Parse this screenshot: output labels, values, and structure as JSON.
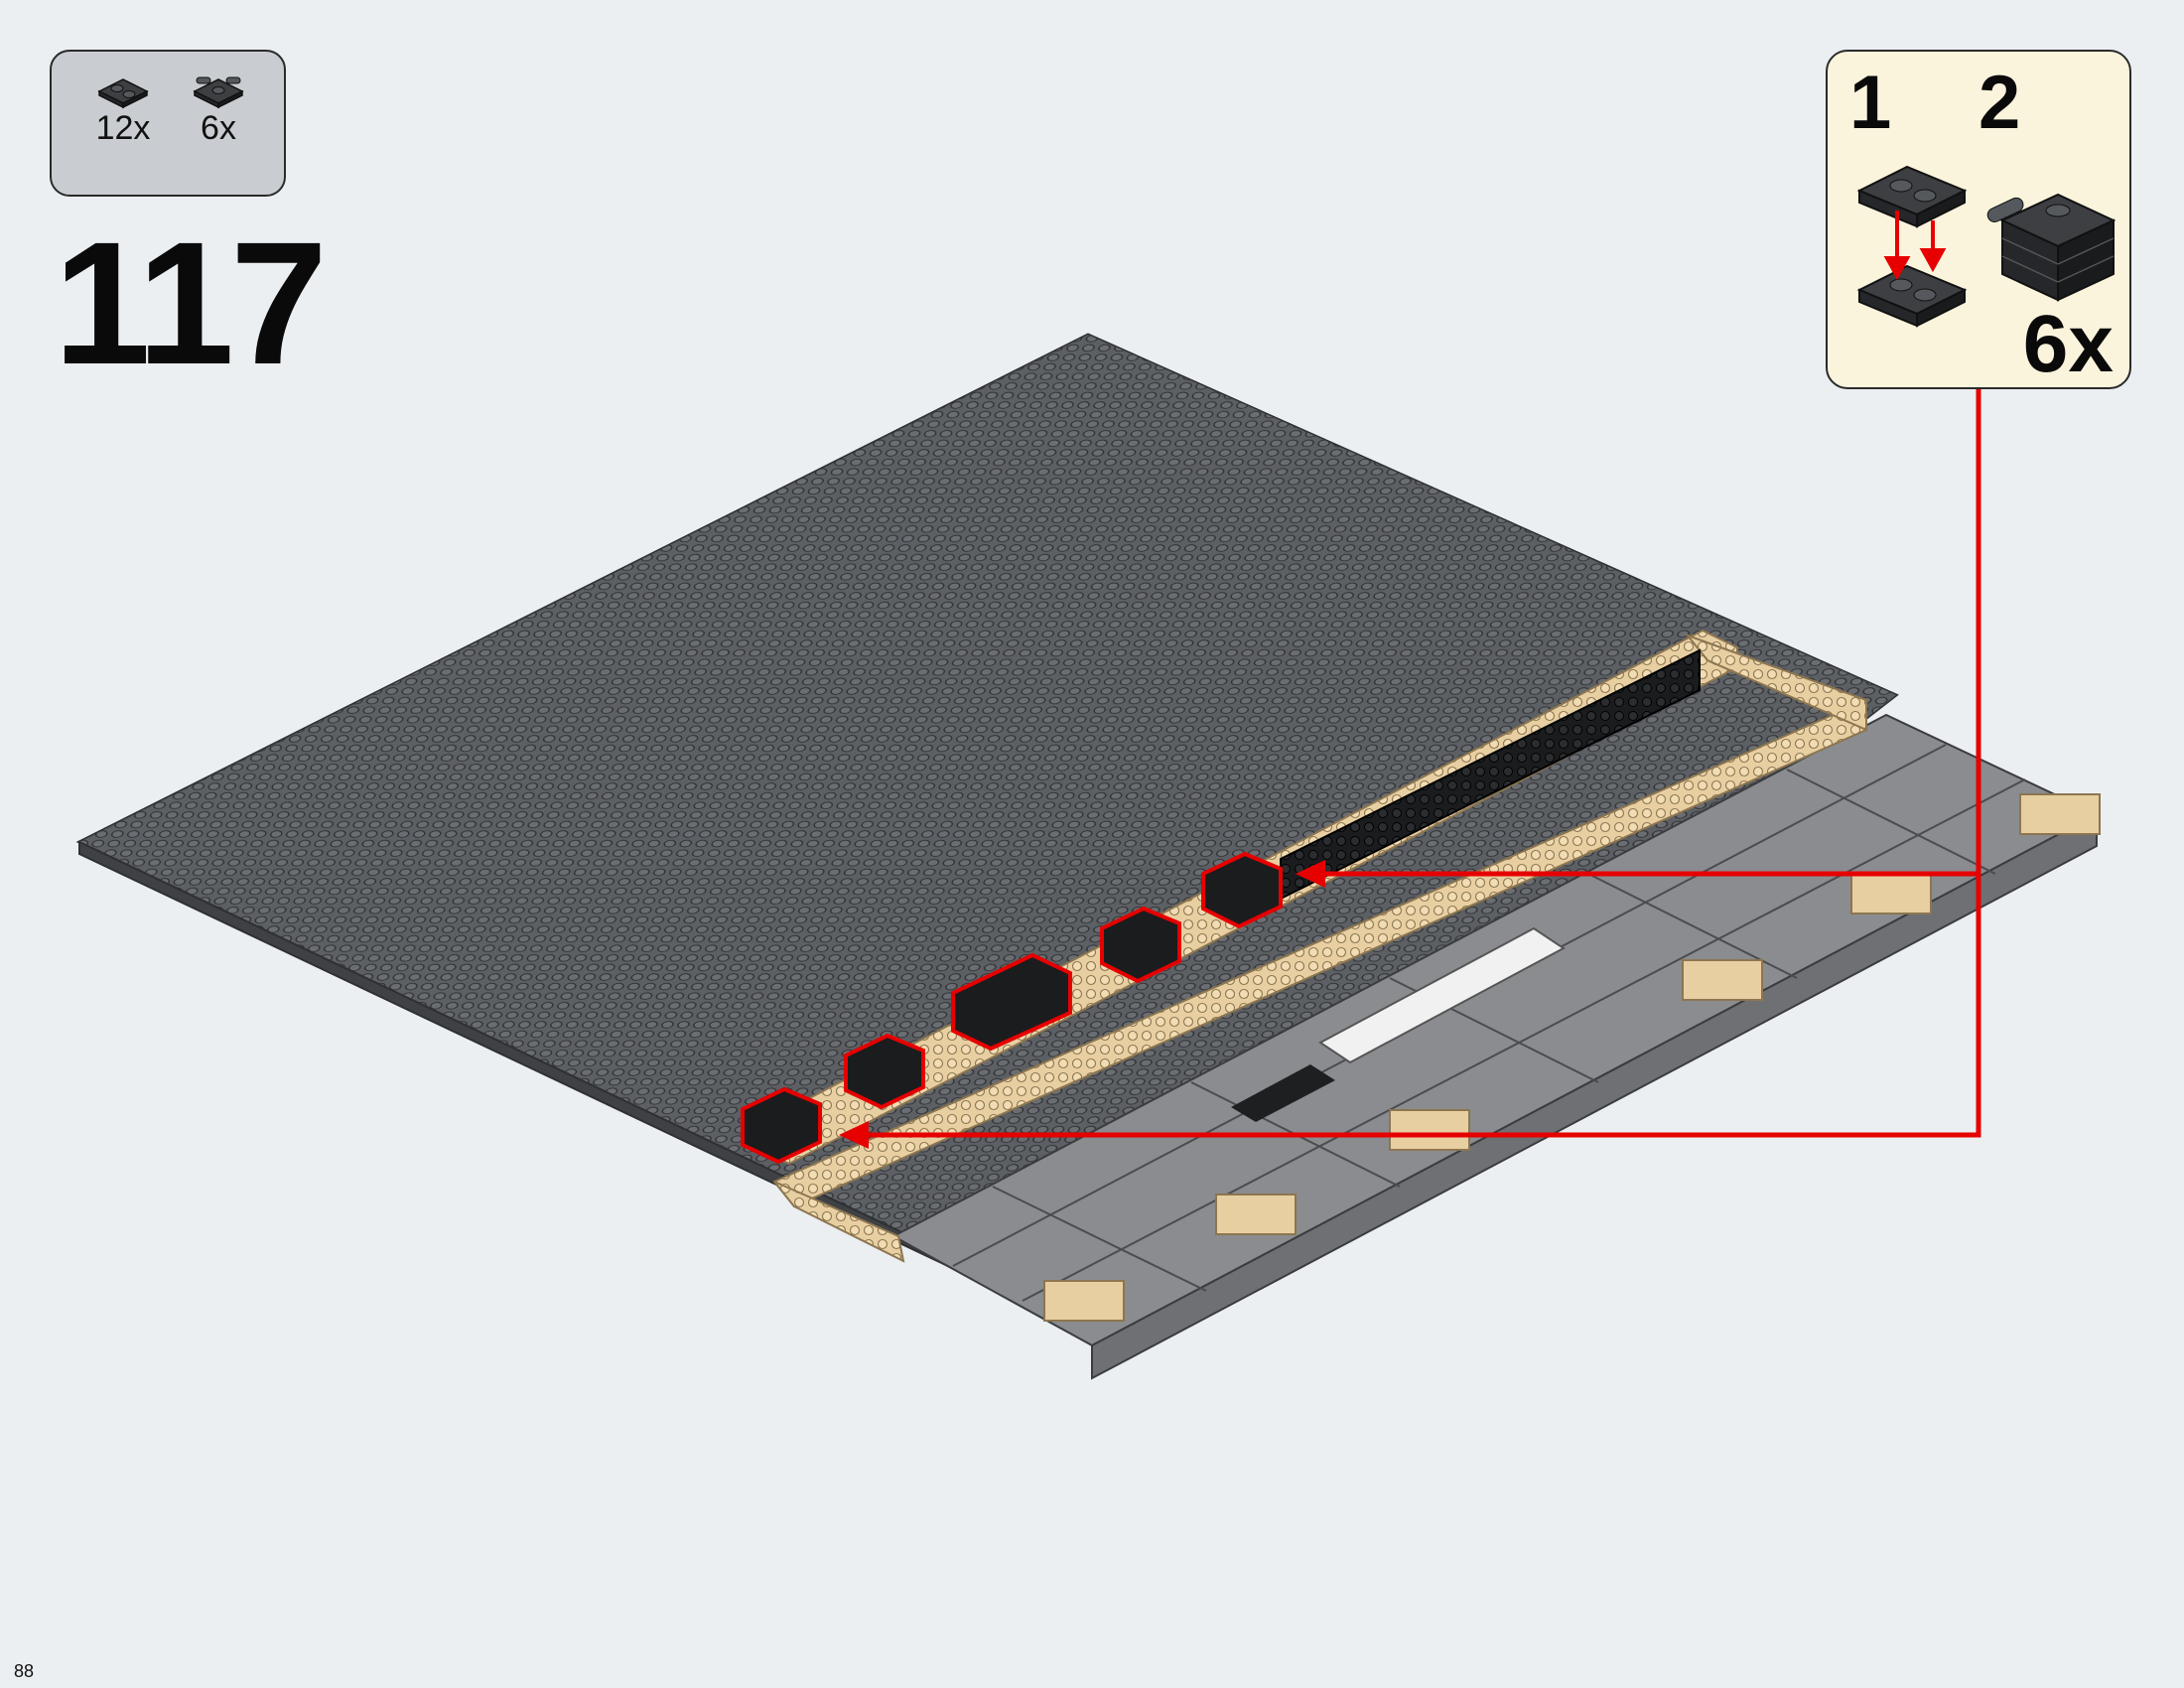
{
  "parts": [
    {
      "icon": "dark-plate-1x2-icon",
      "qty": "12x"
    },
    {
      "icon": "dark-plate-with-clips-icon",
      "qty": "6x"
    }
  ],
  "step": {
    "number": "117"
  },
  "substeps": {
    "first": "1",
    "second": "2",
    "multiplier": "6x"
  },
  "page": {
    "number": "88"
  },
  "colors": {
    "background": "#ebeff2",
    "baseplate": "#5c5f63",
    "tan": "#e8cfa2",
    "dark_brick": "#1b1c1e",
    "callout_arrow": "#e60000",
    "parts_box": "#c9cdd1",
    "subassembly_box": "#fbf4dd"
  }
}
